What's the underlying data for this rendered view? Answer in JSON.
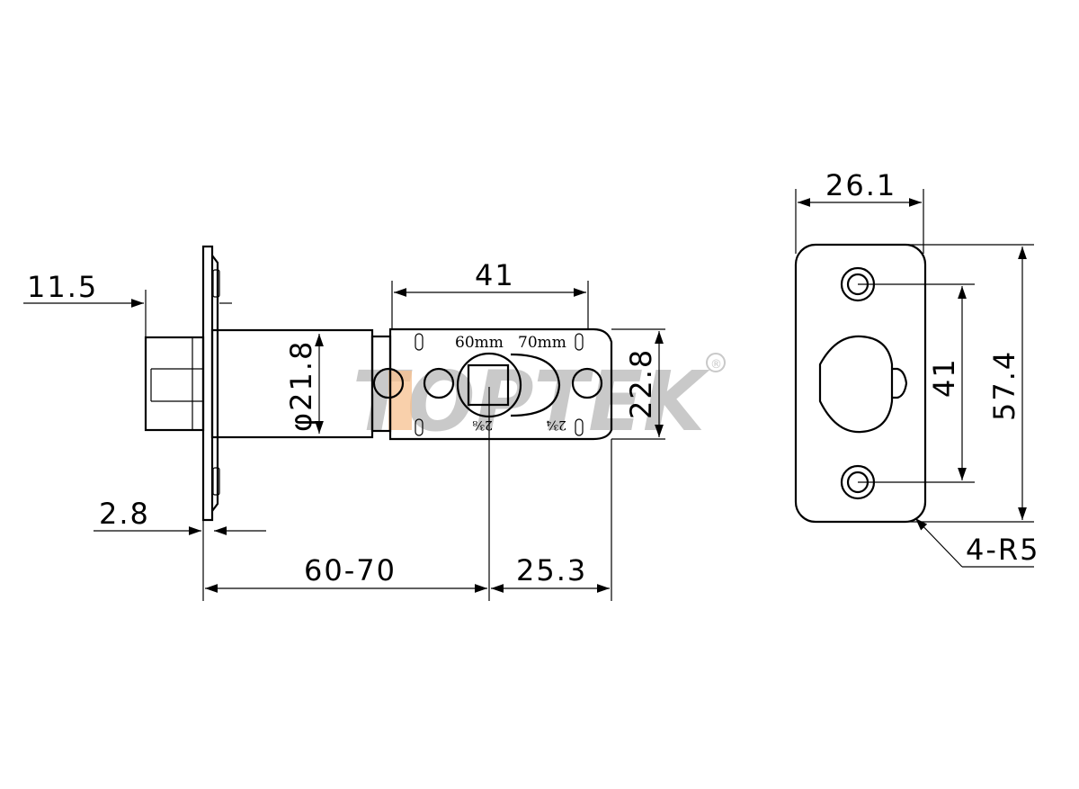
{
  "dimensions": {
    "faceplate_thickness_offset": "11.5",
    "faceplate_plate": "2.8",
    "tube_diameter": "φ21.8",
    "backset_range": "60-70",
    "center_to_face": "25.3",
    "hole_spacing_top": "41",
    "latch_height": "22.8",
    "strike_width": "26.1",
    "strike_hole_spacing": "41",
    "strike_height": "57.4",
    "corner_radius": "4-R5"
  },
  "latch_labels": {
    "backset_60": "60mm",
    "backset_70": "70mm",
    "inch_238": "2⅜",
    "inch_234": "2¾"
  },
  "watermark": {
    "brand": "TOPTEK",
    "registered": "®"
  },
  "colors": {
    "line": "#000000",
    "watermark_gray": "#c9c9c9",
    "watermark_orange": "#f7c08f"
  }
}
